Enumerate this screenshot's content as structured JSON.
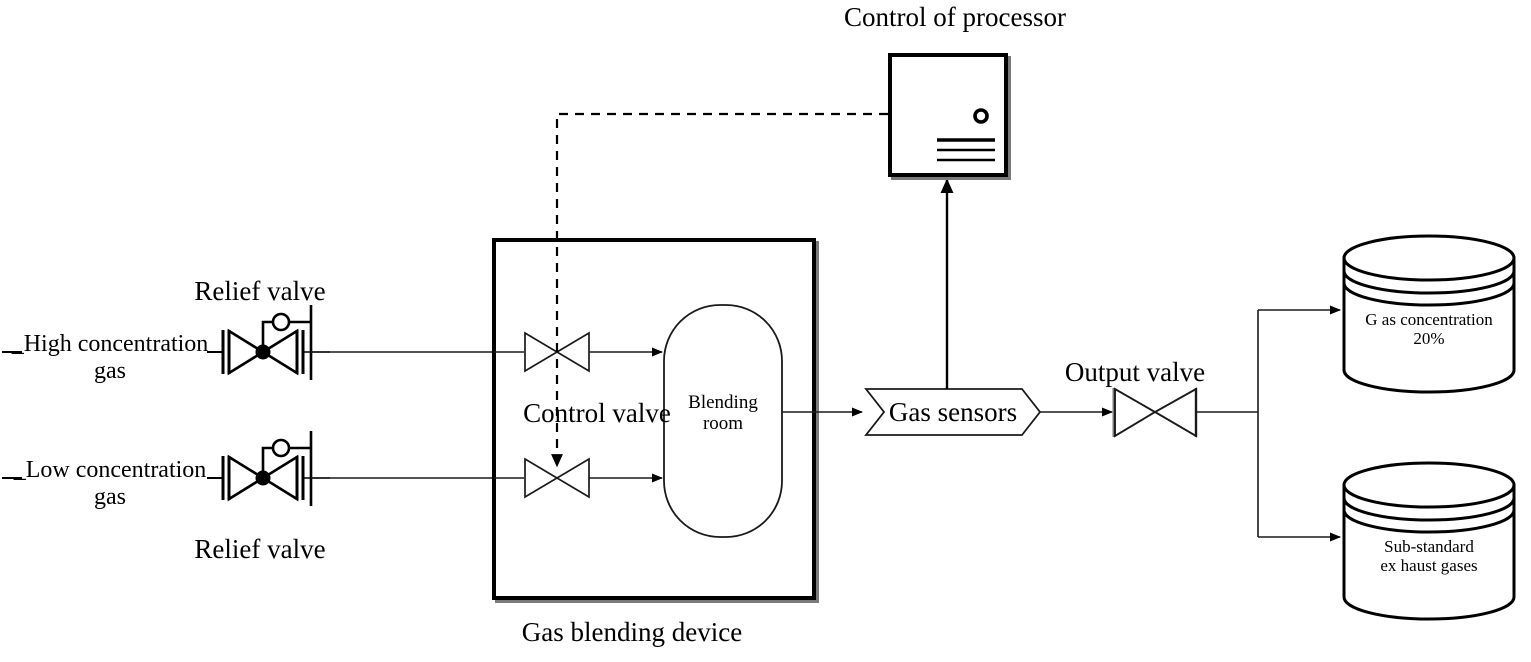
{
  "diagram": {
    "title_top": "Control of processor",
    "caption_bottom": "Gas blending device",
    "colors": {
      "stroke": "#000000",
      "thin_stroke": "#1a1a1a",
      "background": "#ffffff",
      "shadow": "#808080"
    }
  },
  "inputs": {
    "high_gas_label": "_High concentration\ngas",
    "low_gas_label": "_Low concentration\ngas",
    "relief_valve_top_label": "Relief valve",
    "relief_valve_bottom_label": "Relief valve"
  },
  "blending_device": {
    "control_valve_label": "Control valve",
    "blending_room_label": "Blending\nroom",
    "caption": "Gas blending device"
  },
  "processor": {
    "label": "Control of processor",
    "indicator_icon": "status-light-icon",
    "display_lines": 3
  },
  "sensors": {
    "label": "Gas sensors"
  },
  "output": {
    "output_valve_label": "Output valve"
  },
  "tanks": [
    {
      "id": "gas-concentration-tank",
      "label": "G as concentration\n20%",
      "line1": "G as concentration",
      "line2": "20%"
    },
    {
      "id": "substandard-exhaust-tank",
      "label": "Sub-standard\nex haust gases",
      "line1": "Sub-standard",
      "line2": "ex haust gases"
    }
  ]
}
